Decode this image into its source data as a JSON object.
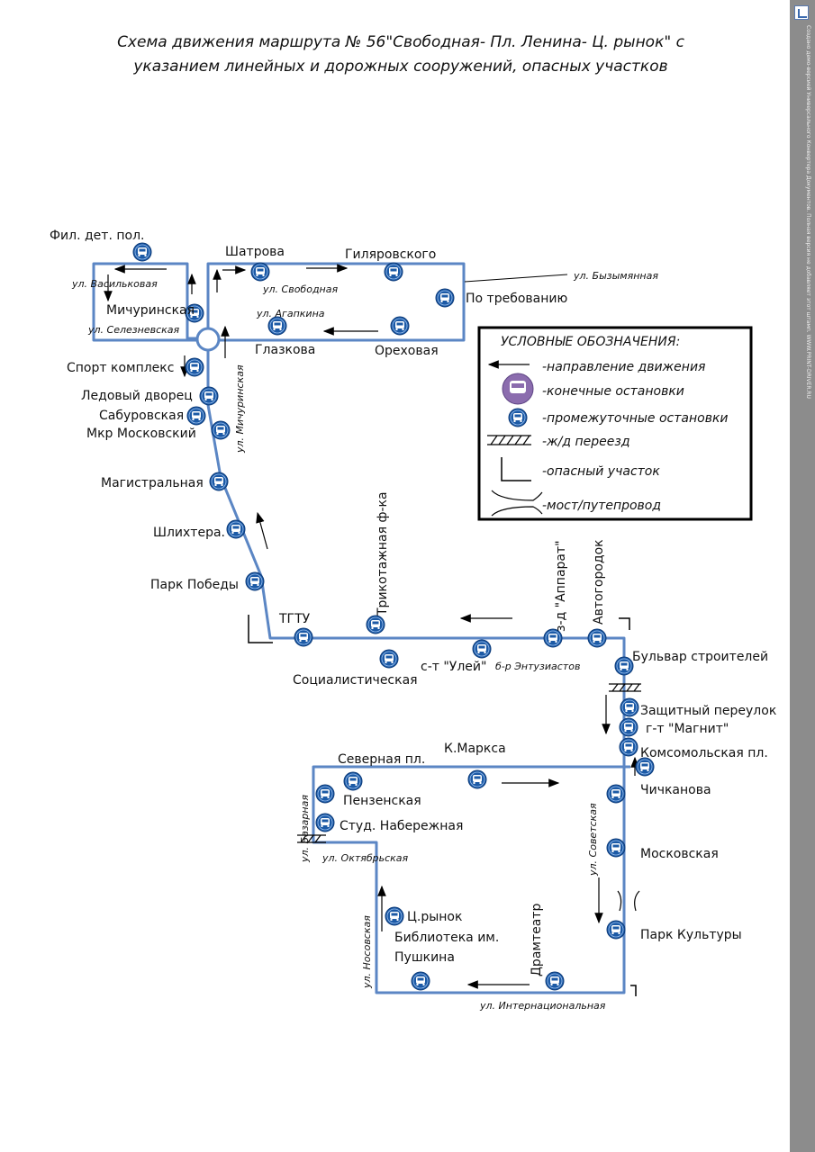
{
  "title": {
    "line1": "Схема движения маршрута № 56\"Свободная- Пл. Ленина- Ц. рынок\" с",
    "line2": "указанием линейных и дорожных сооружений, опасных участков"
  },
  "colors": {
    "route": "#5b86c4",
    "stop_fill": "#1c5aa6",
    "terminal_fill": "#8b6cae",
    "sidebar": "#8c8c8c"
  },
  "stops": {
    "fil_det_pol": "Фил. дет. пол.",
    "michurinskaya": "Мичуринская",
    "shatrova": "Шатрова",
    "gilyarovskogo": "Гиляровского",
    "po_trebovaniyu": "По требованию",
    "glazkova": "Глазкова",
    "orehovaya": "Ореховая",
    "sport_kompleks": "Спорт комплекс",
    "ledovy_dvorets": "Ледовый дворец",
    "saburovskaya": "Сабуровская",
    "mkr_moskovsky": "Мкр Московский",
    "magistralnaya": "Магистральная",
    "shlihtera": "Шлихтера.",
    "park_pobedy": "Парк Победы",
    "tgtu": "ТГТУ",
    "trikotazhnaya": "Трикотажная ф-ка",
    "z_d_apparat": "з-д \"Аппарат\"",
    "avtogorodok": "Автогородок",
    "sotsialisticheskaya": "Социалистическая",
    "s_t_uley": "с-т \"Улей\"",
    "bulvar_stroiteley": "Бульвар строителей",
    "zashchitny": "Защитный переулок",
    "g_t_magnit": "г-т \"Магнит\"",
    "komsomolskaya": "Комсомольская пл.",
    "chichkanova": "Чичканова",
    "moskovskaya": "Московская",
    "park_kultury": "Парк Культуры",
    "dramteatr": "Драмтеатр",
    "biblioteka_line1": "Библиотека им.",
    "biblioteka_line2": "Пушкина",
    "ts_rynok": "Ц.рынок",
    "severnaya_pl": "Северная пл.",
    "k_marksa": "К.Маркса",
    "penzenskaya": "Пензенская",
    "stud_naberezhnaya": "Студ. Набережная"
  },
  "streets": {
    "vasilkovaya": "ул. Васильковая",
    "seleznevskaya": "ул. Селезневская",
    "svobodnaya": "ул. Свободная",
    "agapkina": "ул. Агапкина",
    "byzymyannaya": "ул. Бызымянная",
    "michurinskaya": "ул. Мичуринская",
    "b_r_entuziastov": "б-р Энтузиастов",
    "sovetskaya": "ул. Советская",
    "internatsionalnaya": "ул. Интернациональная",
    "nosovskaya": "ул. Носовская",
    "oktyabrskaya": "ул. Октябрьская",
    "bazarnaya": "ул. Базарная"
  },
  "legend": {
    "title": "УСЛОВНЫЕ ОБОЗНАЧЕНИЯ:",
    "direction": "-направление движения",
    "terminal": "-конечные остановки",
    "intermediate": "-промежуточные остановки",
    "railway": "-ж/д переезд",
    "dangerous": "-опасный участок",
    "bridge": "-мост/путепровод"
  },
  "sidebar": {
    "text": "Создано демо-версией Универсального Конвертера Документов. Полная версия не добавляет этот штамп. WWW.PRINT-DRIVER.RU"
  }
}
